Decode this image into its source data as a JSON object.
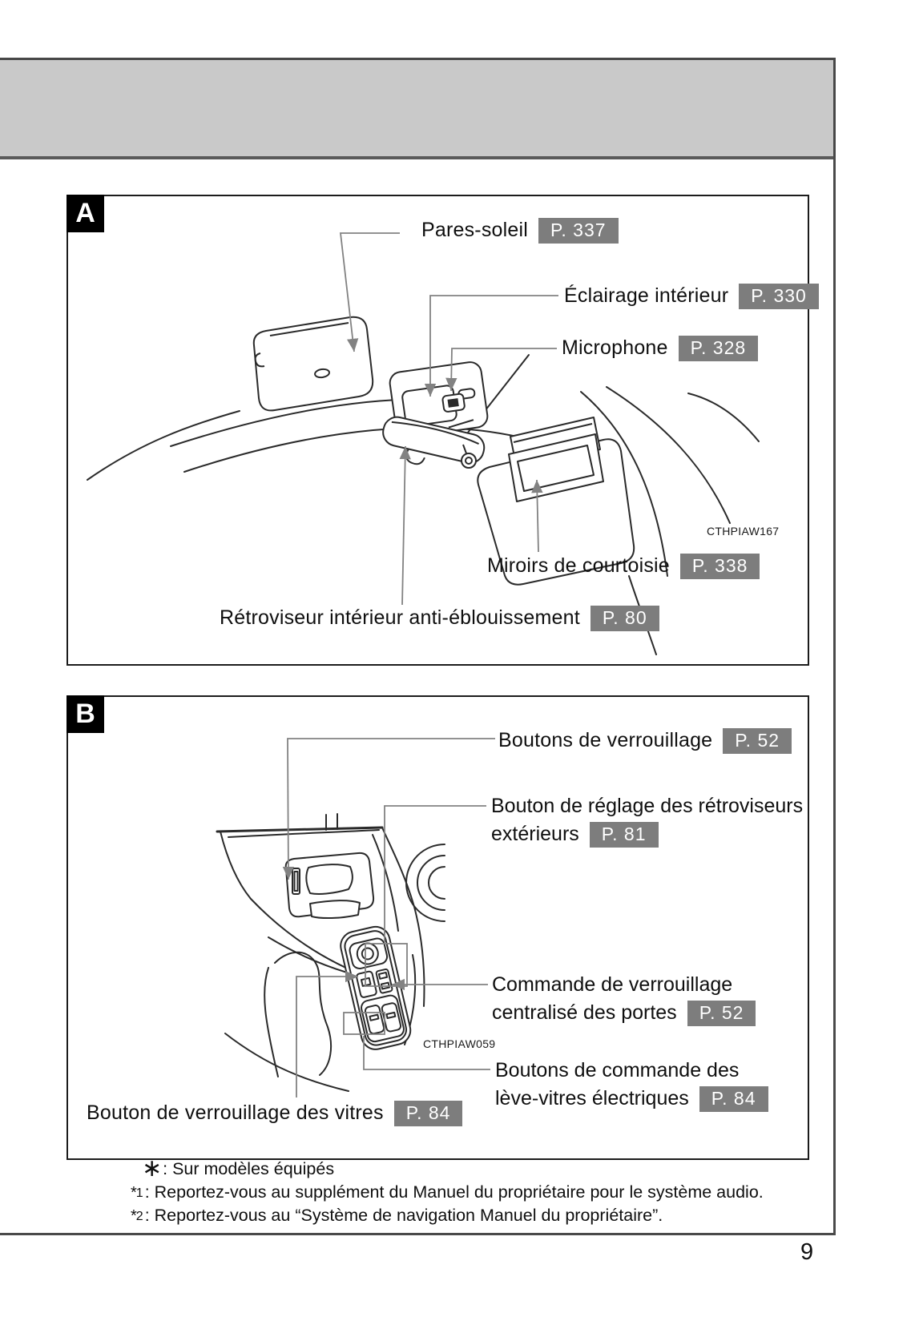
{
  "page": {
    "number": "9"
  },
  "sections": {
    "a": {
      "marker": "A",
      "image_code": "CTHPIAW167",
      "labels": {
        "pares_soleil": {
          "text": "Pares-soleil",
          "page": "P. 337"
        },
        "eclairage": {
          "text": "Éclairage intérieur",
          "page": "P. 330"
        },
        "microphone": {
          "text": "Microphone",
          "page": "P. 328"
        },
        "miroirs": {
          "text": "Miroirs de courtoisie",
          "page": "P. 338"
        },
        "retroviseur": {
          "text": "Rétroviseur intérieur anti-éblouissement",
          "page": "P. 80"
        }
      }
    },
    "b": {
      "marker": "B",
      "image_code": "CTHPIAW059",
      "labels": {
        "boutons_verrouillage": {
          "text": "Boutons de verrouillage",
          "page": "P. 52"
        },
        "reglage_retroviseurs": {
          "line1": "Bouton de réglage des rétroviseurs",
          "line2": "extérieurs",
          "page": "P. 81"
        },
        "commande_verrouillage": {
          "line1": "Commande de verrouillage",
          "line2": "centralisé des portes",
          "page": "P. 52"
        },
        "leve_vitres": {
          "line1": "Boutons de commande des",
          "line2": "lève-vitres électriques",
          "page": "P. 84"
        },
        "verrouillage_vitres": {
          "text": "Bouton de verrouillage des vitres",
          "page": "P. 84"
        }
      }
    }
  },
  "footnotes": {
    "star": {
      "symbol": "∗",
      "text": ": Sur modèles équipés"
    },
    "star1": {
      "symbol": "*",
      "sup": "1",
      "text": ": Reportez-vous au supplément du Manuel du propriétaire pour le système audio."
    },
    "star2": {
      "symbol": "*",
      "sup": "2",
      "text": ": Reportez-vous au “Système de navigation Manuel du propriétaire”."
    }
  }
}
